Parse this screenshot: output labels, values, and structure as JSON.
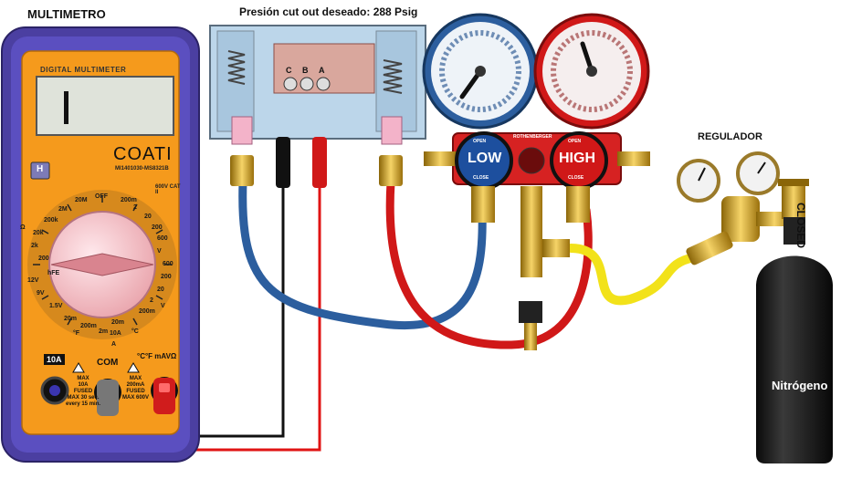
{
  "labels": {
    "multimeter_title": "MULTIMETRO",
    "cutout_title": "Presión cut out deseado: 288 Psig",
    "regulator_title": "REGULADOR",
    "closed": "CLOSED",
    "nitrogen": "Nitrógeno"
  },
  "multimeter": {
    "header": "DIGITAL MULTIMETER",
    "display_value": "1",
    "brand": "COATI",
    "model": "MI1401030-MS8321B",
    "hold": "H",
    "rating": "600V CAT II",
    "range_labels": [
      "OFF",
      "20M",
      "2M",
      "200k",
      "20k",
      "2k",
      "200",
      "Ω",
      "200m",
      "2",
      "20",
      "200",
      "600",
      "V",
      "600",
      "200",
      "20",
      "2",
      "200m",
      "V",
      "12V",
      "9V",
      "1.5V",
      "20m",
      "200m",
      "2m",
      "20m",
      "10A",
      "A",
      "°C",
      "°F",
      "hFE"
    ],
    "jack_10a": "10A",
    "jack_com": "COM",
    "jack_vohm": "°C°F mAVΩ",
    "warn_10a": [
      "MAX",
      "10A",
      "FUSED",
      "MAX 30 sec.",
      "every 15 min."
    ],
    "warn_ma": [
      "MAX",
      "200mA",
      "FUSED",
      "MAX 600V"
    ]
  },
  "switch": {
    "terminals": [
      "C",
      "B",
      "A"
    ]
  },
  "manifold": {
    "low_label": "LOW",
    "high_label": "HIGH",
    "open": "OPEN",
    "close": "CLOSE",
    "brand": "ROTHENBERGER"
  },
  "colors": {
    "multimeter_body": "#4b3fa1",
    "multimeter_face": "#f59a1c",
    "low_side": "#2c5e9e",
    "high_side": "#d01818",
    "nitrogen_hose": "#f2e21a",
    "tank": "#161616"
  }
}
